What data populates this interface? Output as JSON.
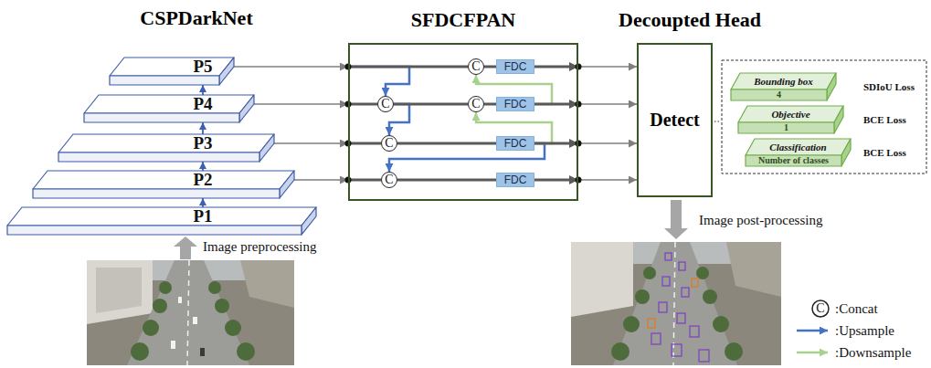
{
  "diagram": {
    "nodes": [
      {
        "text": [
          "P5"
        ]
      },
      {
        "text": [
          "P4"
        ]
      },
      {
        "text": [
          "P3"
        ]
      },
      {
        "text": [
          "P2"
        ]
      },
      {
        "text": [
          "P1"
        ]
      },
      {
        "text": [
          "SFDCFPAN"
        ]
      },
      {
        "text": [
          "C"
        ],
        "in": 5
      },
      {
        "text": [
          "FDC"
        ],
        "in": 5
      },
      {
        "text": [
          "C"
        ],
        "in": 5
      },
      {
        "text": [
          "C"
        ],
        "in": 5
      },
      {
        "text": [
          "FDC"
        ],
        "in": 5
      },
      {
        "text": [
          "C"
        ],
        "in": 5
      },
      {
        "text": [
          "FDC"
        ],
        "in": 5
      },
      {
        "text": [
          "C"
        ],
        "in": 5
      },
      {
        "text": [
          "FDC"
        ],
        "in": 5
      },
      {
        "text": [
          "Decoupted Head",
          "Detect"
        ]
      },
      {
        "text": [
          "Bounding box",
          "4"
        ]
      },
      {
        "text": [
          "Objective",
          "1"
        ]
      },
      {
        "text": [
          "Classification",
          "Number of classes"
        ]
      }
    ],
    "edges": [
      {
        "from": 4,
        "to": 3,
        "arrow": "to"
      },
      {
        "from": 3,
        "to": 2,
        "arrow": "to"
      },
      {
        "from": 2,
        "to": 1,
        "arrow": "to"
      },
      {
        "from": 1,
        "to": 0,
        "arrow": "to"
      },
      {
        "from": 0,
        "to": 5,
        "arrow": "to"
      },
      {
        "from": 1,
        "to": 5,
        "arrow": "to"
      },
      {
        "from": 2,
        "to": 5,
        "arrow": "to"
      },
      {
        "from": 3,
        "to": 5,
        "arrow": "to"
      },
      {
        "from": 5,
        "to": 6,
        "arrow": "none"
      },
      {
        "from": 5,
        "to": 8,
        "arrow": "none"
      },
      {
        "from": 5,
        "to": 11,
        "arrow": "none"
      },
      {
        "from": 5,
        "to": 13,
        "arrow": "none"
      },
      {
        "from": 6,
        "to": 7,
        "arrow": "none"
      },
      {
        "from": 8,
        "to": 9,
        "arrow": "none"
      },
      {
        "from": 9,
        "to": 10,
        "arrow": "none"
      },
      {
        "from": 11,
        "to": 12,
        "arrow": "none"
      },
      {
        "from": 13,
        "to": 14,
        "arrow": "none"
      },
      {
        "from": 7,
        "to": 5,
        "arrow": "to"
      },
      {
        "from": 10,
        "to": 5,
        "arrow": "to"
      },
      {
        "from": 12,
        "to": 5,
        "arrow": "to"
      },
      {
        "from": 14,
        "to": 5,
        "arrow": "to"
      },
      {
        "from": 5,
        "to": 15,
        "arrow": "to"
      },
      {
        "from": 5,
        "to": 15,
        "arrow": "to"
      },
      {
        "from": 5,
        "to": 15,
        "arrow": "to"
      },
      {
        "from": 5,
        "to": 15,
        "arrow": "to"
      },
      {
        "from": 5,
        "to": 8,
        "arrow": "to"
      },
      {
        "from": 8,
        "to": 11,
        "arrow": "to"
      },
      {
        "from": 12,
        "to": 13,
        "arrow": "to"
      },
      {
        "from": 12,
        "to": 9,
        "arrow": "to"
      },
      {
        "from": 10,
        "to": 6,
        "arrow": "to"
      }
    ],
    "labels": [
      "CSPDarkNet",
      "Image preprocessing",
      "Image post-processing",
      "SDIoU Loss",
      "BCE Loss",
      "BCE Loss",
      "C"
    ],
    "legend": [
      {
        "text": ":Concat"
      },
      {
        "text": ":Upsample"
      },
      {
        "text": ":Downsample"
      }
    ]
  }
}
